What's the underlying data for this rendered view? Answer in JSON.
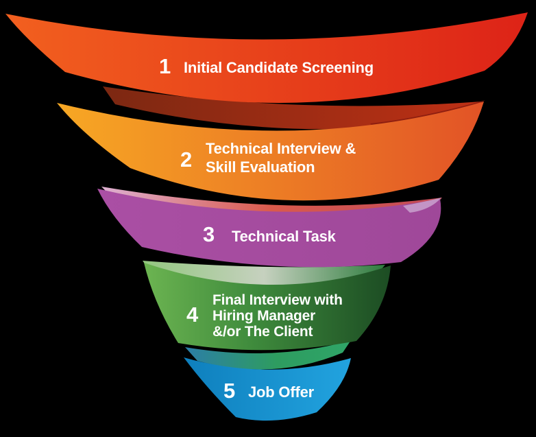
{
  "background": "#000000",
  "text_color": "#ffffff",
  "funnel": {
    "stages": [
      {
        "number": "1",
        "lines": [
          "Initial Candidate Screening"
        ],
        "colors": {
          "left": "#F2601F",
          "right": "#DD2317"
        }
      },
      {
        "number": "2",
        "lines": [
          "Technical Interview &",
          "Skill Evaluation"
        ],
        "colors": {
          "left": "#F7A824",
          "right": "#E25326"
        }
      },
      {
        "number": "3",
        "lines": [
          "Technical Task"
        ],
        "colors": {
          "left": "#AA4FA4",
          "right": "#9F4899"
        }
      },
      {
        "number": "4",
        "lines": [
          "Final Interview with",
          "Hiring Manager",
          "&/or The Client"
        ],
        "colors": {
          "left": "#6CB451",
          "mid": "#3E8A3C",
          "right": "#1C4C23"
        }
      },
      {
        "number": "5",
        "lines": [
          "Job Offer"
        ],
        "colors": {
          "left": "#0E7FBD",
          "right": "#22A3DF"
        }
      }
    ],
    "folds": [
      {
        "left": "#7C2812",
        "right": "#BE3015"
      },
      {
        "left": "#DDB0D2",
        "mid": "#DA5A4C",
        "right": "#C14A58"
      },
      {
        "left": "#93C77F",
        "mid": "#C6D1BF",
        "right": "#2E7C3E"
      },
      {
        "left": "#2C7EA7",
        "mid": "#2E9C60",
        "right": "#2FA568"
      }
    ],
    "accents": {
      "wing_fold_dark": "#8E1E10",
      "lavender_tip": "#C9A2CE"
    }
  }
}
